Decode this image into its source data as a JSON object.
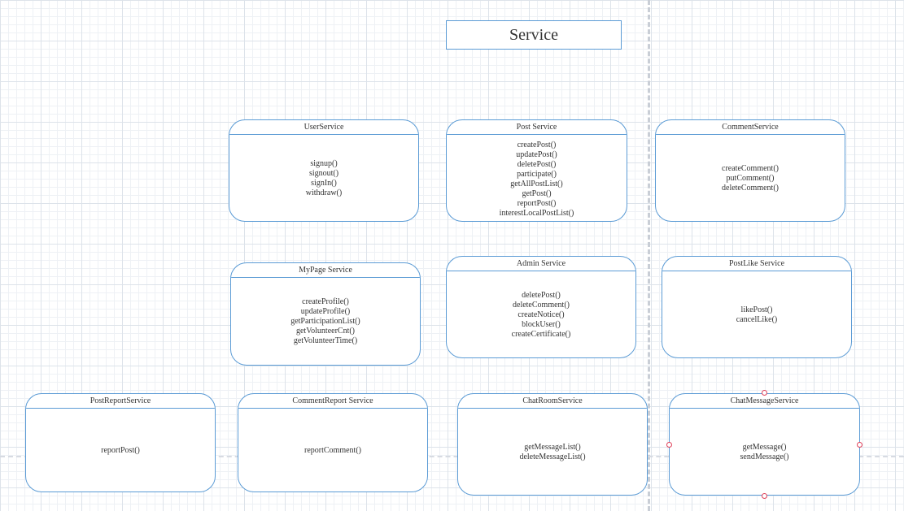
{
  "title": "Service",
  "services": [
    {
      "id": "user",
      "name": "UserService",
      "methods": [
        "signup()",
        "signout()",
        "signIn()",
        "withdraw()"
      ]
    },
    {
      "id": "post",
      "name": "Post Service",
      "methods": [
        "createPost()",
        "updatePost()",
        "deletePost()",
        "participate()",
        "getAllPostList()",
        "getPost()",
        "reportPost()",
        "interestLocalPostList()"
      ]
    },
    {
      "id": "comment",
      "name": "CommentService",
      "methods": [
        "createComment()",
        "putComment()",
        "deleteComment()"
      ]
    },
    {
      "id": "mypage",
      "name": "MyPage Service",
      "methods": [
        "createProfile()",
        "updateProfile()",
        "getParticipationList()",
        "getVolunteerCnt()",
        "getVolunteerTime()"
      ]
    },
    {
      "id": "admin",
      "name": "Admin Service",
      "methods": [
        "deletePost()",
        "deleteComment()",
        "createNotice()",
        "blockUser()",
        "createCertificate()"
      ]
    },
    {
      "id": "postlike",
      "name": "PostLike Service",
      "methods": [
        "likePost()",
        "cancelLike()"
      ]
    },
    {
      "id": "postreport",
      "name": "PostReportService",
      "methods": [
        "reportPost()"
      ]
    },
    {
      "id": "commentreport",
      "name": "CommentReport Service",
      "methods": [
        "reportComment()"
      ]
    },
    {
      "id": "chatroom",
      "name": "ChatRoomService",
      "methods": [
        "getMessageList()",
        "deleteMessageList()"
      ]
    },
    {
      "id": "chatmessage",
      "name": "ChatMessageService",
      "methods": [
        "getMessage()",
        "sendMessage()"
      ]
    }
  ]
}
